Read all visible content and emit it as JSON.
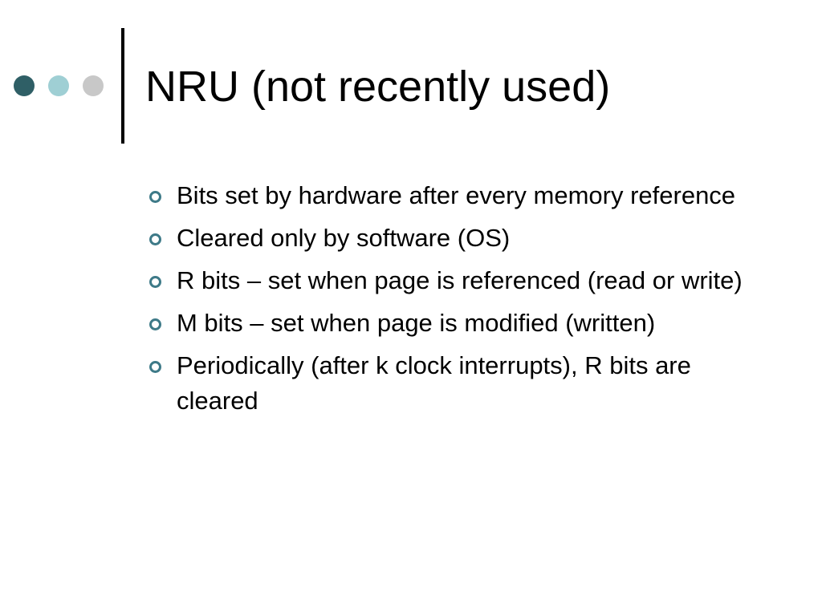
{
  "slide": {
    "title": "NRU (not recently used)",
    "bullets": [
      "Bits set by hardware after every memory reference",
      "Cleared only by software (OS)",
      "R bits – set when page is referenced (read or write)",
      "M bits – set when page is modified (written)",
      "Periodically (after k clock interrupts), R bits are cleared"
    ]
  },
  "colors": {
    "dot_dark": "#2f5f66",
    "dot_light": "#9fcfd4",
    "dot_gray": "#c8c8c8",
    "bullet_ring": "#3e7a88",
    "divider": "#000000"
  },
  "icons": {
    "decor_dots": "three-circles",
    "bullet": "ring-bullet"
  }
}
